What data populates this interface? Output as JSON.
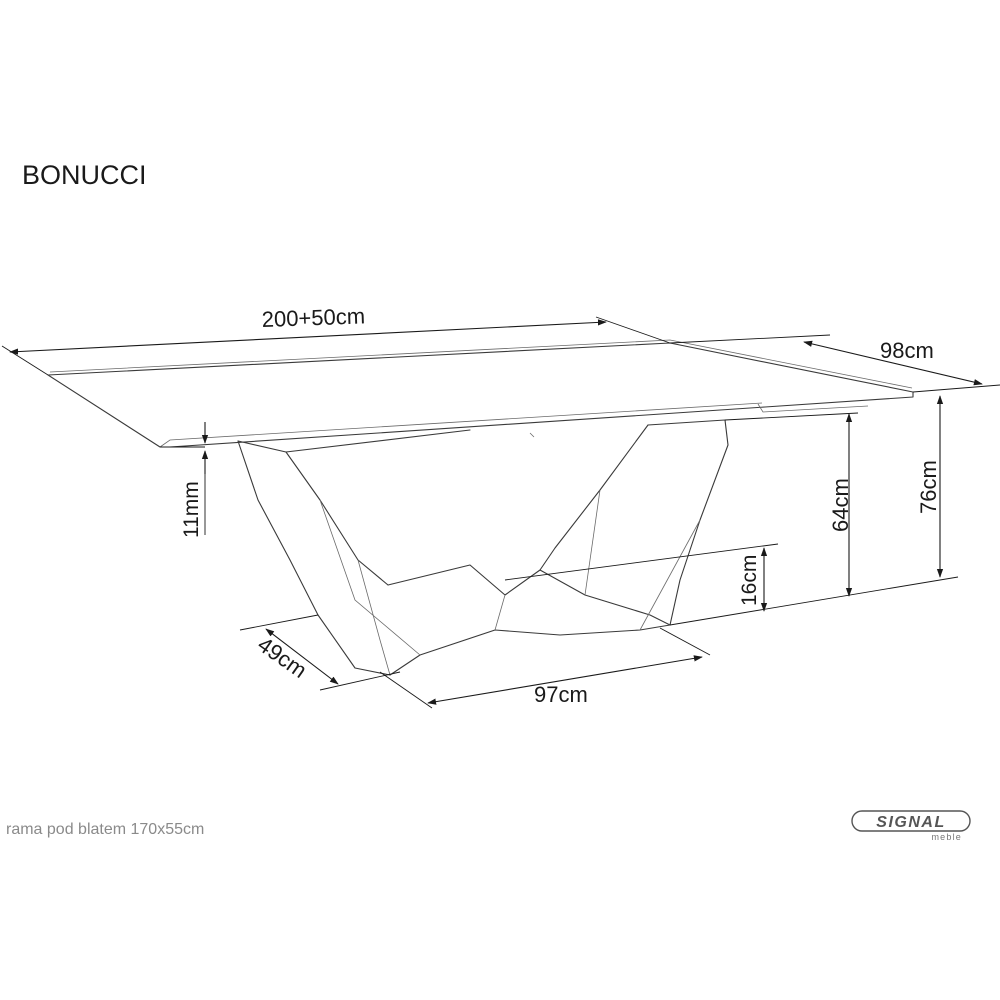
{
  "title": "BONUCCI",
  "dimensions": {
    "length": "200+50cm",
    "depth": "98cm",
    "top_thickness": "11mm",
    "frame_height": "64cm",
    "total_height": "76cm",
    "base_height": "16cm",
    "base_depth": "49cm",
    "base_width": "97cm"
  },
  "footnote": "rama pod blatem 170x55cm",
  "brand": {
    "name": "SIGNAL",
    "tagline": "meble"
  }
}
